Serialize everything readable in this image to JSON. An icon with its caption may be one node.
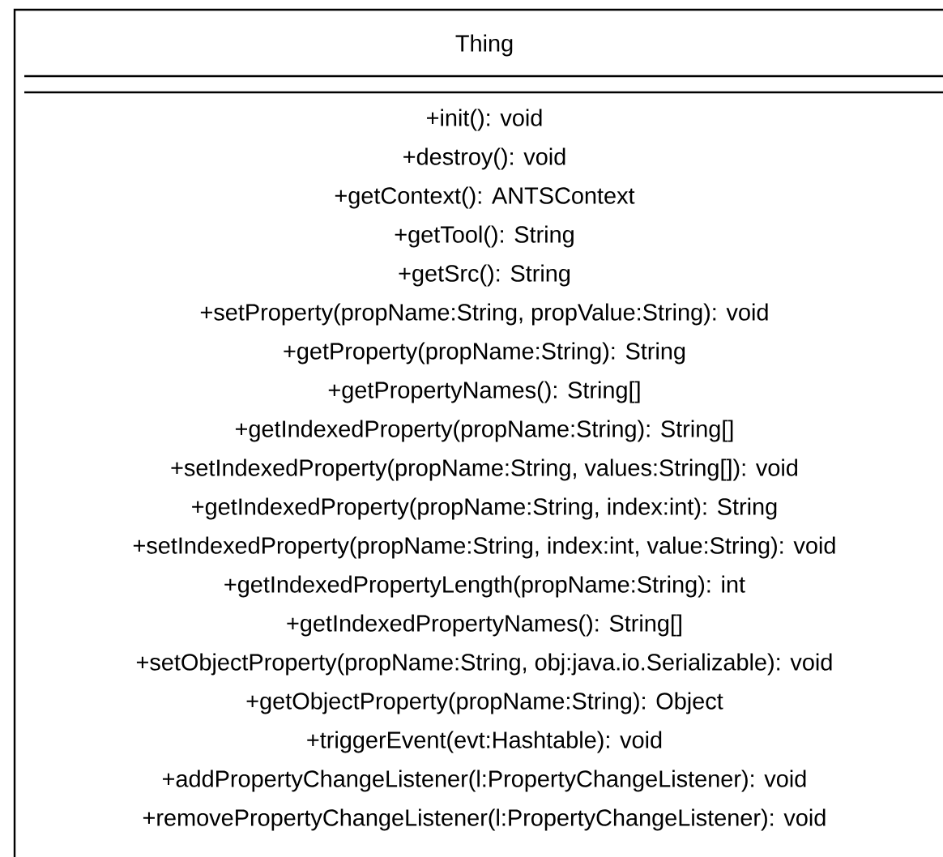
{
  "diagram": {
    "nodes": [
      {
        "text": [
          "Thing",
          "+init(): void",
          "+destroy(): void",
          "+getContext(): ANTSContext",
          "+getTool(): String",
          "+getSrc(): String",
          "+setProperty(propName:String, propValue:String): void",
          "+getProperty(propName:String): String",
          "+getPropertyNames(): String[]",
          "+getIndexedProperty(propName:String): String[]",
          "+setIndexedProperty(propName:String, values:String[]): void",
          "+getIndexedProperty(propName:String, index:int): String",
          "+setIndexedProperty(propName:String, index:int, value:String): void",
          "+getIndexedPropertyLength(propName:String): int",
          "+getIndexedPropertyNames(): String[]",
          "+setObjectProperty(propName:String, obj:java.io.Serializable): void",
          "+getObjectProperty(propName:String): Object",
          "+triggerEvent(evt:Hashtable): void",
          "+addPropertyChangeListener(l:PropertyChangeListener): void",
          "+removePropertyChangeListener(l:PropertyChangeListener): void"
        ]
      }
    ]
  }
}
